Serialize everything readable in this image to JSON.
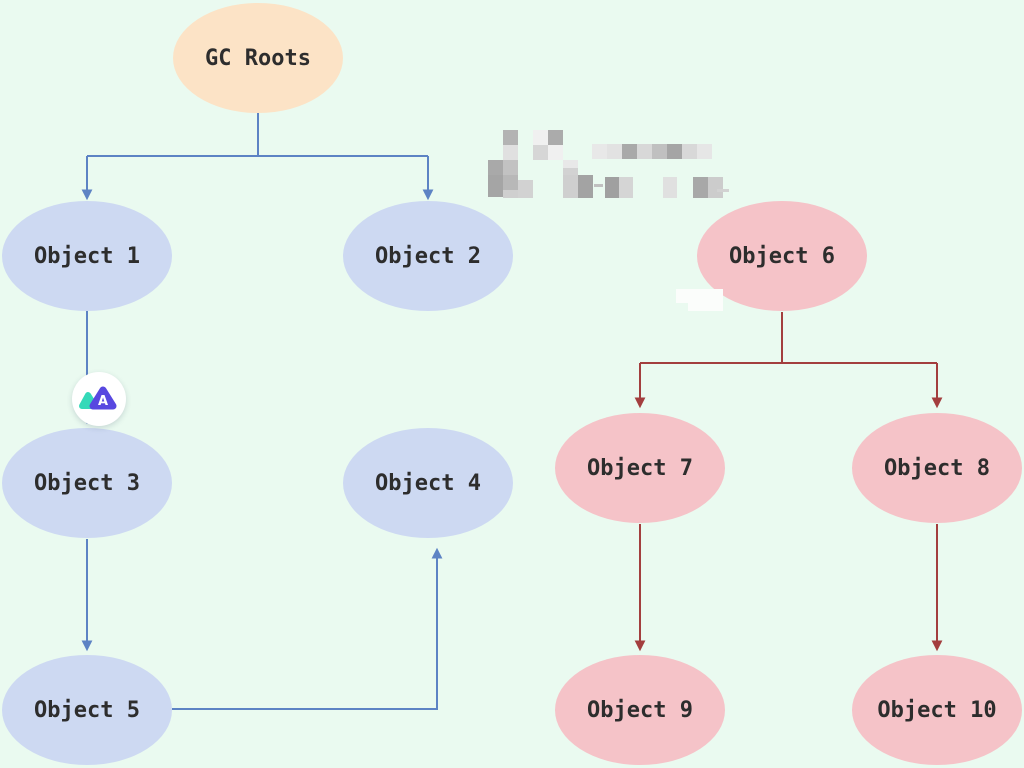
{
  "diagram": {
    "type": "gc-reachability-graph",
    "nodes": {
      "gc_roots": {
        "label": "GC Roots",
        "kind": "root"
      },
      "object_1": {
        "label": "Object 1",
        "kind": "reachable"
      },
      "object_2": {
        "label": "Object 2",
        "kind": "reachable"
      },
      "object_3": {
        "label": "Object 3",
        "kind": "reachable"
      },
      "object_4": {
        "label": "Object 4",
        "kind": "reachable"
      },
      "object_5": {
        "label": "Object 5",
        "kind": "reachable"
      },
      "object_6": {
        "label": "Object 6",
        "kind": "unreachable"
      },
      "object_7": {
        "label": "Object 7",
        "kind": "unreachable"
      },
      "object_8": {
        "label": "Object 8",
        "kind": "unreachable"
      },
      "object_9": {
        "label": "Object 9",
        "kind": "unreachable"
      },
      "object_10": {
        "label": "Object 10",
        "kind": "unreachable"
      }
    },
    "edges": [
      {
        "from": "gc_roots",
        "to": "object_1",
        "color": "blue"
      },
      {
        "from": "gc_roots",
        "to": "object_2",
        "color": "blue"
      },
      {
        "from": "object_1",
        "to": "object_3",
        "color": "blue"
      },
      {
        "from": "object_3",
        "to": "object_5",
        "color": "blue"
      },
      {
        "from": "object_5",
        "to": "object_4",
        "color": "blue"
      },
      {
        "from": "object_6",
        "to": "object_7",
        "color": "red"
      },
      {
        "from": "object_6",
        "to": "object_8",
        "color": "red"
      },
      {
        "from": "object_7",
        "to": "object_9",
        "color": "red"
      },
      {
        "from": "object_8",
        "to": "object_10",
        "color": "red"
      }
    ],
    "colors": {
      "background": "#eafaf0",
      "root_fill": "#fce3c6",
      "reachable_fill": "#cdd9f2",
      "unreachable_fill": "#f5c3c8",
      "blue_arrow": "#5d83c4",
      "red_arrow": "#a33e3e",
      "label_text": "#2d2d2d",
      "logo_triangle": "#5848e0",
      "logo_leaf": "#34d9b8"
    },
    "watermark_logo": {
      "letter": "A"
    },
    "redaction": {
      "description": "pixelated-redacted-text",
      "blocks": [
        [
          503,
          130,
          15,
          15,
          "#b3b3b3"
        ],
        [
          533,
          130,
          15,
          15,
          "#f0f0f0"
        ],
        [
          548,
          130,
          15,
          15,
          "#ababab"
        ],
        [
          503,
          145,
          15,
          15,
          "#e0e0e0"
        ],
        [
          533,
          145,
          15,
          15,
          "#d6d6d6"
        ],
        [
          548,
          145,
          15,
          15,
          "#f0f0f0"
        ],
        [
          592,
          144,
          15,
          15,
          "#e8e8e8"
        ],
        [
          607,
          144,
          15,
          15,
          "#e2e2e2"
        ],
        [
          622,
          144,
          15,
          15,
          "#a9a9a9"
        ],
        [
          637,
          144,
          15,
          15,
          "#d8d8d8"
        ],
        [
          652,
          144,
          15,
          15,
          "#c0c0c0"
        ],
        [
          667,
          144,
          15,
          15,
          "#a5a5a5"
        ],
        [
          682,
          144,
          15,
          15,
          "#d8d8d8"
        ],
        [
          697,
          144,
          15,
          15,
          "#e6e6e6"
        ],
        [
          488,
          160,
          15,
          15,
          "#a9a9a9"
        ],
        [
          503,
          160,
          15,
          15,
          "#c2c2c2"
        ],
        [
          563,
          160,
          15,
          8,
          "#e8e8e8"
        ],
        [
          563,
          168,
          15,
          7,
          "#d2d2d2"
        ],
        [
          488,
          175,
          15,
          22,
          "#a5a5a5"
        ],
        [
          503,
          175,
          15,
          15,
          "#b8b8b8"
        ],
        [
          503,
          190,
          15,
          8,
          "#cfcfcf"
        ],
        [
          518,
          180,
          15,
          18,
          "#d2d2d2"
        ],
        [
          563,
          175,
          15,
          23,
          "#cfcfcf"
        ],
        [
          578,
          175,
          15,
          23,
          "#a3a3a3"
        ],
        [
          594,
          184,
          9,
          3,
          "#c0c0c0"
        ],
        [
          605,
          177,
          14,
          21,
          "#a0a0a0"
        ],
        [
          619,
          177,
          14,
          21,
          "#d5d5d5"
        ],
        [
          663,
          177,
          14,
          21,
          "#e0e0e0"
        ],
        [
          693,
          177,
          15,
          21,
          "#a8a8a8"
        ],
        [
          708,
          177,
          15,
          21,
          "#cccccc"
        ],
        [
          717,
          189,
          12,
          3,
          "#d2d2d2"
        ]
      ]
    }
  }
}
